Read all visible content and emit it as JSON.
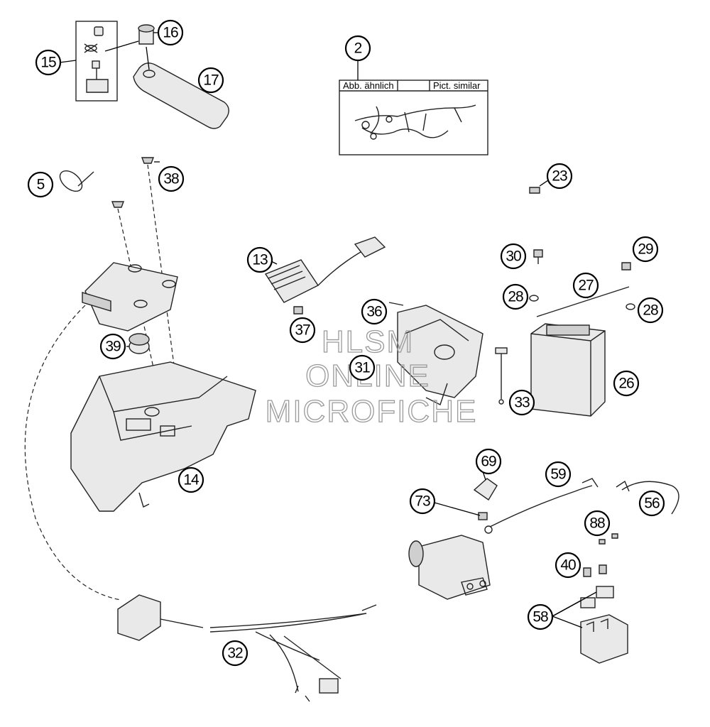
{
  "callouts": {
    "c2": "2",
    "c5": "5",
    "c13": "13",
    "c14": "14",
    "c15": "15",
    "c16": "16",
    "c17": "17",
    "c23": "23",
    "c26": "26",
    "c27": "27",
    "c28a": "28",
    "c28b": "28",
    "c29": "29",
    "c30": "30",
    "c31": "31",
    "c32": "32",
    "c33": "33",
    "c36": "36",
    "c37": "37",
    "c38": "38",
    "c39": "39",
    "c40": "40",
    "c56": "56",
    "c58": "58",
    "c59": "59",
    "c69": "69",
    "c73": "73",
    "c88": "88"
  },
  "harness_box": {
    "label_left": "Abb. ähnlich",
    "label_right": "Pict. similar"
  },
  "watermark": {
    "line1": "HLSM",
    "line2": "ONLINE",
    "line3": "MICROFICHE"
  }
}
